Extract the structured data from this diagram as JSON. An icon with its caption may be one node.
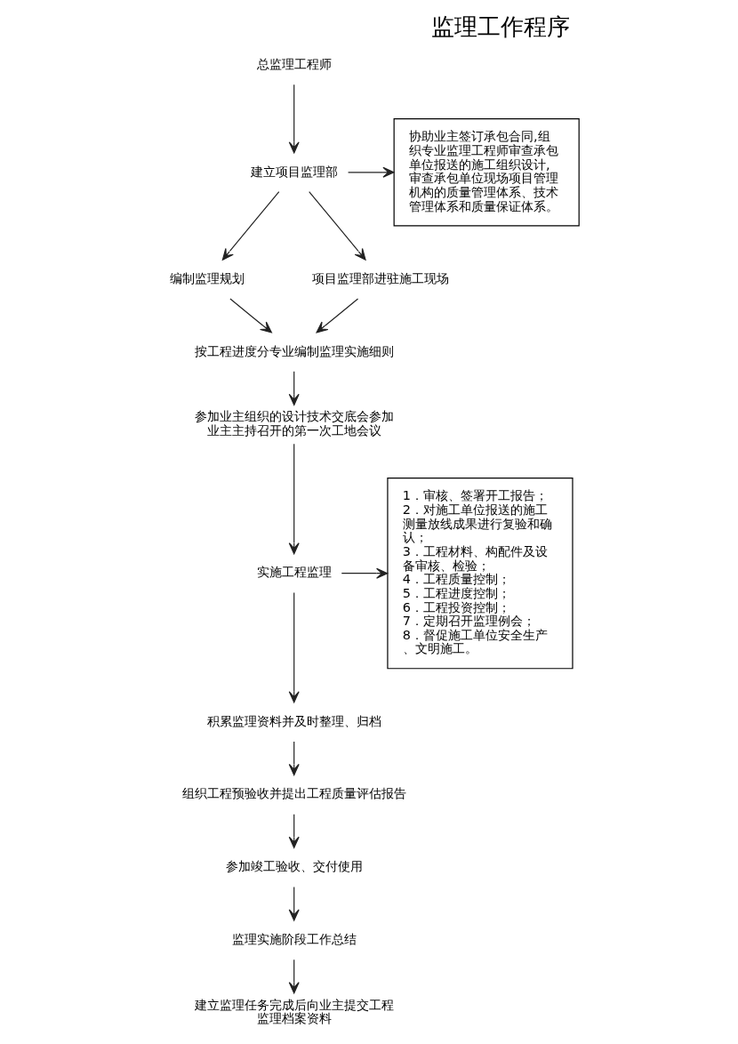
{
  "diagram": {
    "title": "监理工作程序",
    "nodes": [
      {
        "text": [
          "总监理工程师"
        ]
      },
      {
        "text": [
          "建立项目监理部"
        ]
      },
      {
        "text": [
          "编制监理规划"
        ]
      },
      {
        "text": [
          "项目监理部进驻施工现场"
        ]
      },
      {
        "text": [
          "按工程进度分专业编制监理实施细则"
        ]
      },
      {
        "text": [
          "参加业主组织的设计技术交底会参加业主主持召开的第一次工地会议"
        ]
      },
      {
        "text": [
          "实施工程监理"
        ]
      },
      {
        "text": [
          "积累监理资料并及时整理、归档"
        ]
      },
      {
        "text": [
          "组织工程预验收并提出工程质量评估报告"
        ]
      },
      {
        "text": [
          "参加竣工验收、交付使用"
        ]
      },
      {
        "text": [
          "监理实施阶段工作总结"
        ]
      },
      {
        "text": [
          "建立监理任务完成后向业主提交工程监理档案资料"
        ]
      },
      {
        "text": [
          "协助业主签订承包合同,组织专业监理工程师审查承包单位报送的施工组织设计,审查承包单位现场项目管理机构的质量管理体系、技术管理体系和质量保证体系。"
        ]
      },
      {
        "text": [
          "1．审核、签署开工报告；",
          "2．对施工单位报送的施工测量放线成果进行复验和确认；",
          "3．工程材料、构配件及设备审核、检验；",
          "4．工程质量控制；",
          "5．工程进度控制；",
          "6．工程投资控制；",
          "7．定期召开监理例会；",
          "8．督促施工单位安全生产、文明施工。"
        ]
      }
    ],
    "edges": [
      {
        "from": 0,
        "to": 1,
        "arrow": "to"
      },
      {
        "from": 1,
        "to": 2,
        "arrow": "to"
      },
      {
        "from": 1,
        "to": 3,
        "arrow": "to"
      },
      {
        "from": 2,
        "to": 4,
        "arrow": "to"
      },
      {
        "from": 3,
        "to": 4,
        "arrow": "to"
      },
      {
        "from": 4,
        "to": 5,
        "arrow": "to"
      },
      {
        "from": 5,
        "to": 6,
        "arrow": "to"
      },
      {
        "from": 6,
        "to": 7,
        "arrow": "to"
      },
      {
        "from": 7,
        "to": 8,
        "arrow": "to"
      },
      {
        "from": 8,
        "to": 9,
        "arrow": "to"
      },
      {
        "from": 9,
        "to": 10,
        "arrow": "to"
      },
      {
        "from": 10,
        "to": 11,
        "arrow": "to"
      },
      {
        "from": 1,
        "to": 12,
        "arrow": "to"
      },
      {
        "from": 6,
        "to": 13,
        "arrow": "to"
      }
    ]
  }
}
